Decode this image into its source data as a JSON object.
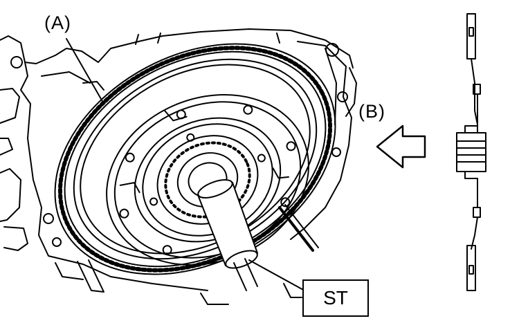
{
  "labels": {
    "a": "(A)",
    "b": "(B)",
    "st": "ST"
  },
  "icons": {
    "arrow": "hollow-arrow-left-icon"
  },
  "colors": {
    "line": "#000000",
    "background": "#ffffff"
  }
}
